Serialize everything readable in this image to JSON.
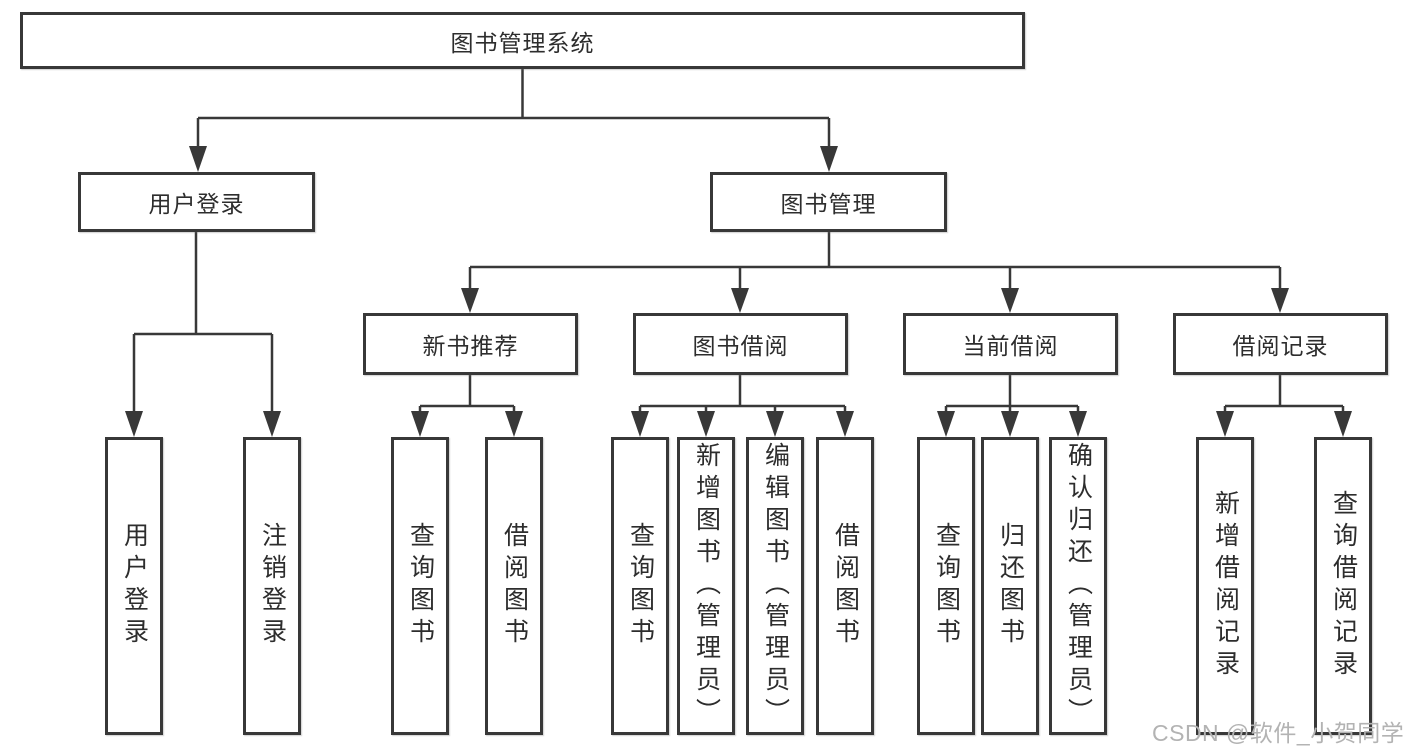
{
  "tree": {
    "root": "图书管理系统",
    "branches": [
      {
        "label": "用户登录",
        "leaves": [
          "用户登录",
          "注销登录"
        ]
      },
      {
        "label": "图书管理",
        "groups": [
          {
            "label": "新书推荐",
            "leaves": [
              "查询图书",
              "借阅图书"
            ]
          },
          {
            "label": "图书借阅",
            "leaves": [
              "查询图书",
              "新增图书（管理员）",
              "编辑图书（管理员）",
              "借阅图书"
            ]
          },
          {
            "label": "当前借阅",
            "leaves": [
              "查询图书",
              "归还图书",
              "确认归还（管理员）"
            ]
          },
          {
            "label": "借阅记录",
            "leaves": [
              "新增借阅记录",
              "查询借阅记录"
            ]
          }
        ]
      }
    ]
  },
  "watermark": {
    "text": "CSDN @软件_小贺同学"
  },
  "colors": {
    "line": "#383838",
    "border": "#383838",
    "text": "#2d2d2d",
    "watermark": "#b3b3b3",
    "background": "#ffffff"
  }
}
